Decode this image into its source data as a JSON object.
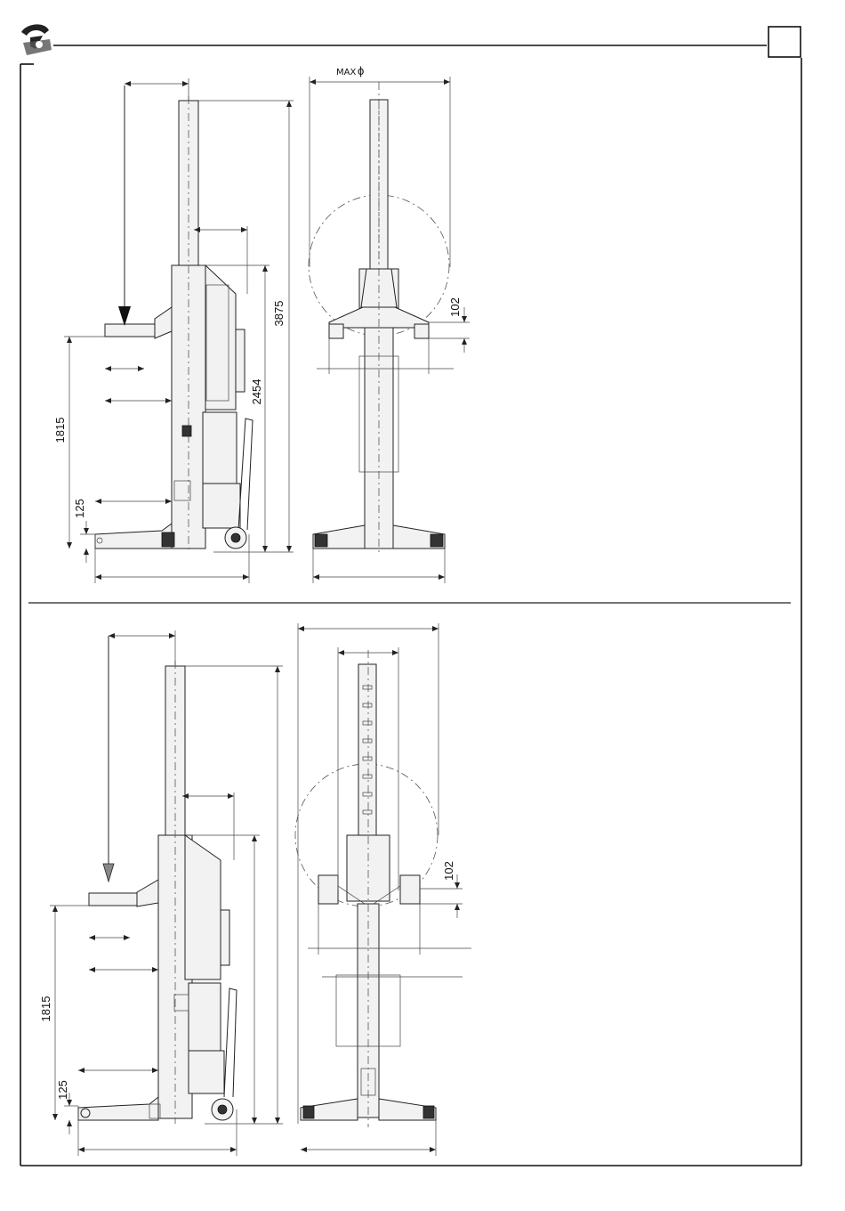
{
  "sheet": {
    "corner_box_text": "",
    "max_label": "MAX",
    "diameter_symbol": "ϕ"
  },
  "logo": {
    "icon": "rav-logo-icon"
  },
  "top_view": {
    "dim_total_height": "3875",
    "dim_lift_height": "2454",
    "dim_fork_height": "1815",
    "dim_base_height": "125",
    "dim_adapter": "102"
  },
  "bottom_view": {
    "dim_fork_height": "1815",
    "dim_base_height": "125",
    "dim_adapter": "102"
  },
  "colors": {
    "line": "#222222",
    "background": "#ffffff"
  }
}
